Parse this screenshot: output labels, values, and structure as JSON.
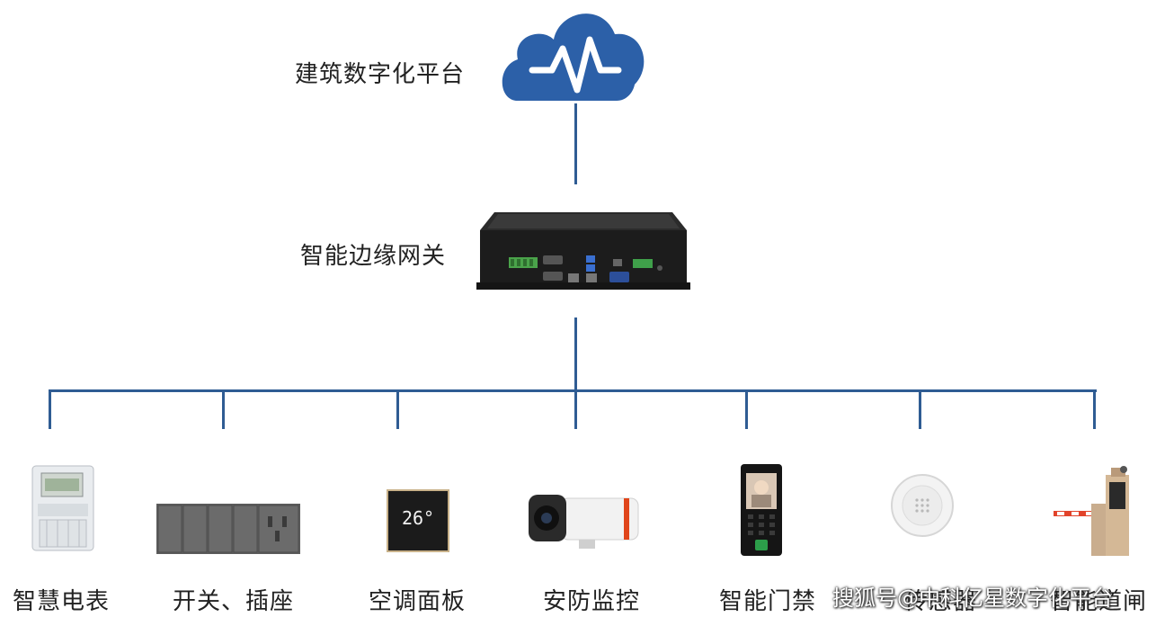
{
  "platform": {
    "label": "建筑数字化平台",
    "icon": "cloud-pulse-icon"
  },
  "gateway": {
    "label": "智能边缘网关"
  },
  "devices": [
    {
      "label": "智慧电表",
      "icon": "electric-meter-icon"
    },
    {
      "label": "开关、插座",
      "icon": "switch-socket-panel-icon"
    },
    {
      "label": "空调面板",
      "icon": "ac-thermostat-panel-icon",
      "display": "26°"
    },
    {
      "label": "安防监控",
      "icon": "security-camera-icon"
    },
    {
      "label": "智能门禁",
      "icon": "face-access-terminal-icon"
    },
    {
      "label": "传感器",
      "icon": "smoke-sensor-icon"
    },
    {
      "label": "智能道闸",
      "icon": "barrier-gate-icon"
    }
  ],
  "watermark": "搜狐号@中科亿星数字化平台",
  "colors": {
    "line": "#2f5c93",
    "cloud": "#2c60a8"
  }
}
